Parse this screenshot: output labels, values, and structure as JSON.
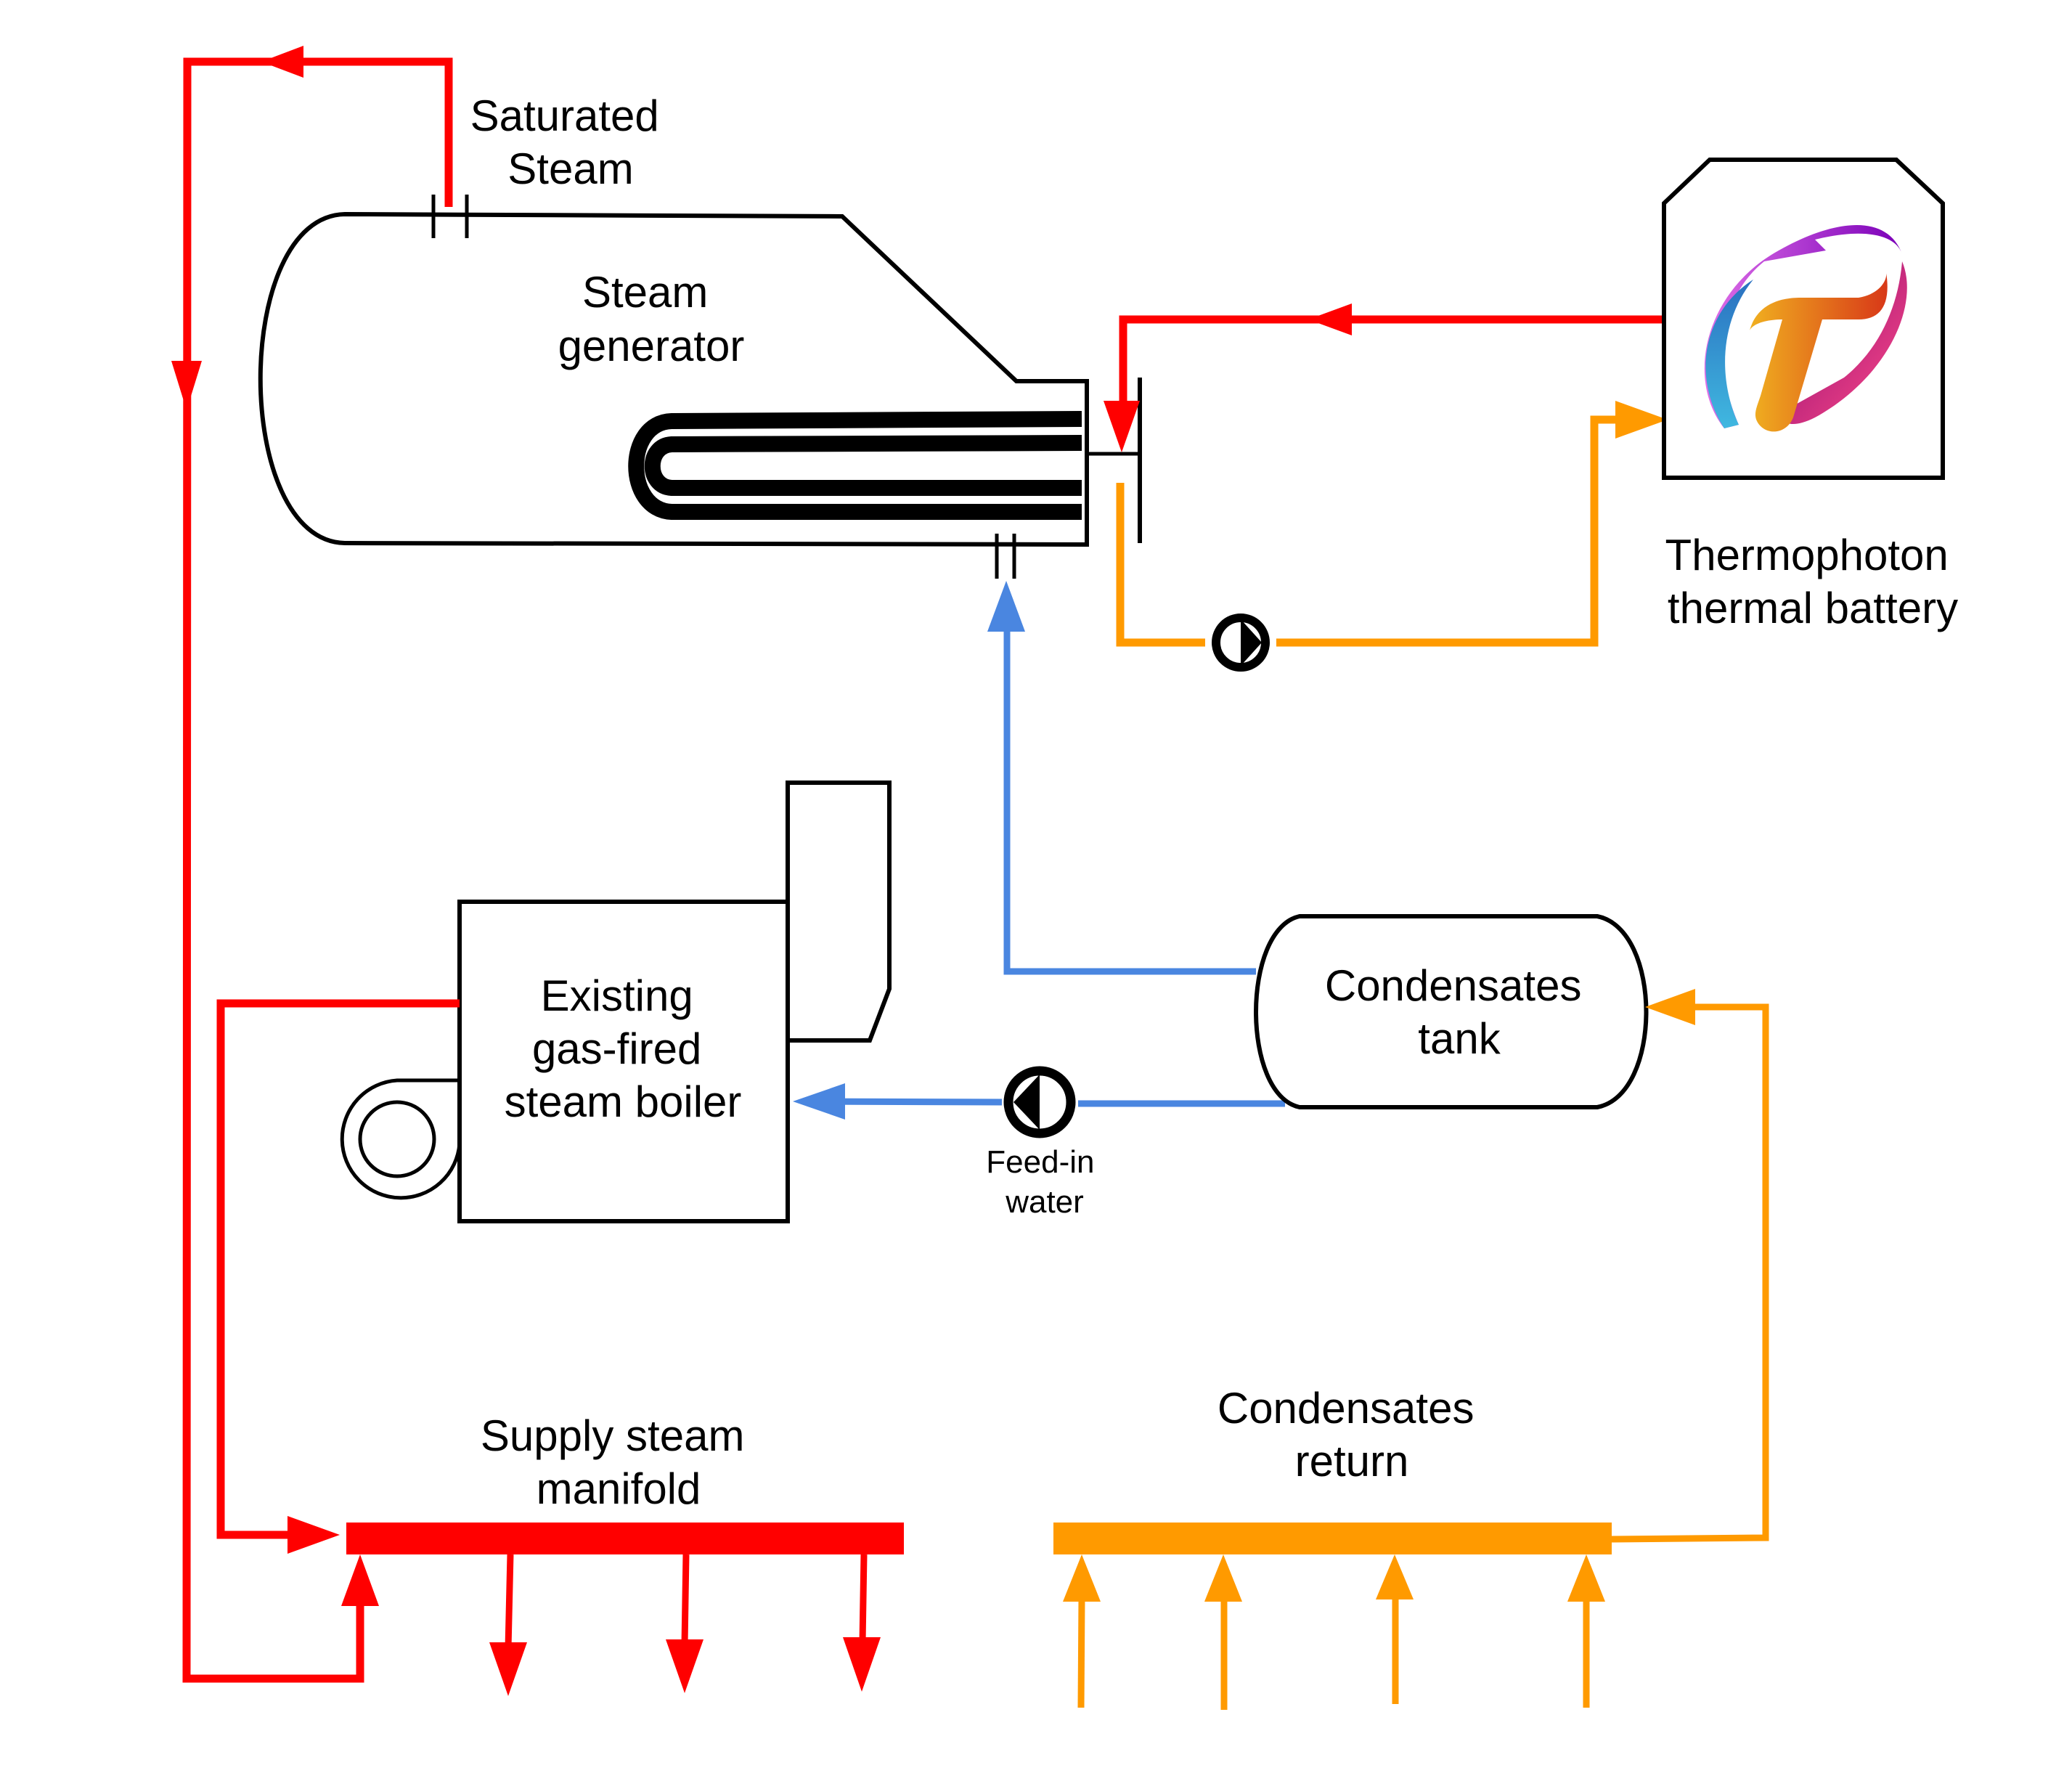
{
  "colors": {
    "steam": "#ff0000",
    "feedwater": "#4a86e0",
    "condensate": "#ff9a00",
    "outline": "#000000"
  },
  "labels": {
    "saturated_steam": [
      "Saturated",
      "Steam"
    ],
    "steam_generator": [
      "Steam",
      "generator"
    ],
    "thermal_battery": [
      "Thermophoton",
      "thermal battery"
    ],
    "boiler": [
      "Existing",
      "gas-fired",
      "steam boiler"
    ],
    "condensates_tank": [
      "Condensates",
      "tank"
    ],
    "feed_in_water": [
      "Feed-in",
      "water"
    ],
    "supply_manifold": [
      "Supply steam",
      "manifold"
    ],
    "condensates_return": [
      "Condensates",
      "return"
    ]
  },
  "logo": {
    "icon": "thermophoton-logo-icon"
  },
  "flows": {
    "steam_supply_outlets": 3,
    "condensate_return_inlets": 4
  }
}
